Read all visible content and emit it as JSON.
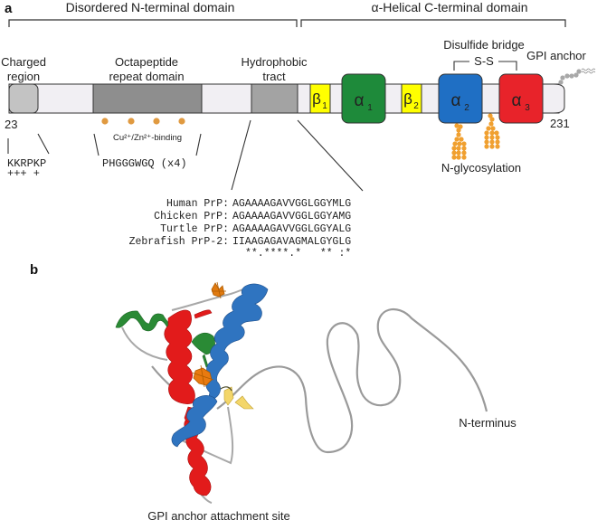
{
  "panel_a": {
    "label": "a",
    "domains": {
      "n_terminal": "Disordered N-terminal domain",
      "c_terminal": "α-Helical C-terminal domain"
    },
    "regions": {
      "charged": [
        "Charged",
        "region"
      ],
      "octapeptide": [
        "Octapeptide",
        "repeat domain"
      ],
      "hydrophobic": [
        "Hydrophobic",
        "tract"
      ],
      "disulfide": "Disulfide bridge",
      "ss": "S-S",
      "gpi": "GPI anchor"
    },
    "structures": [
      {
        "id": "beta1",
        "symbol": "β",
        "sub": "1",
        "color": "#ffff00"
      },
      {
        "id": "alpha1",
        "symbol": "α",
        "sub": "1",
        "color": "#1e8a3a"
      },
      {
        "id": "beta2",
        "symbol": "β",
        "sub": "2",
        "color": "#ffff00"
      },
      {
        "id": "alpha2",
        "symbol": "α",
        "sub": "2",
        "color": "#1f6fc4"
      },
      {
        "id": "alpha3",
        "symbol": "α",
        "sub": "3",
        "color": "#e8232a"
      }
    ],
    "residue_start": "23",
    "residue_end": "231",
    "metal_binding": "Cu²⁺/Zn²⁺-binding",
    "charged_seq": "KKRPKP",
    "charged_marks": "+++ +",
    "octa_seq": "PHGGGWGQ (x4)",
    "glycosylation": "N-glycosylation",
    "alignment": [
      {
        "species": "Human PrP:",
        "seq": "AGAAAAGAVVGGLGGYMLG"
      },
      {
        "species": "Chicken PrP:",
        "seq": "AGAAAAGAVVGGLGGYAMG"
      },
      {
        "species": "Turtle PrP:",
        "seq": "AGAAAAGAVVGGLGGYALG"
      },
      {
        "species": "Zebrafish PrP-2:",
        "seq": "IIAAGAGAVAGMALGYGLG"
      }
    ],
    "conservation": "**.****.*   ** :*",
    "colors": {
      "charged": "#c3c3c3",
      "octapeptide": "#8e8e8e",
      "hydrophobic": "#a3a3a3",
      "backbone": "#f1eff3",
      "sugar": "#f0a030",
      "cu_dot": "#e09a40"
    }
  },
  "panel_b": {
    "label": "b",
    "n_terminus": "N-terminus",
    "gpi_site": "GPI anchor attachment site"
  }
}
